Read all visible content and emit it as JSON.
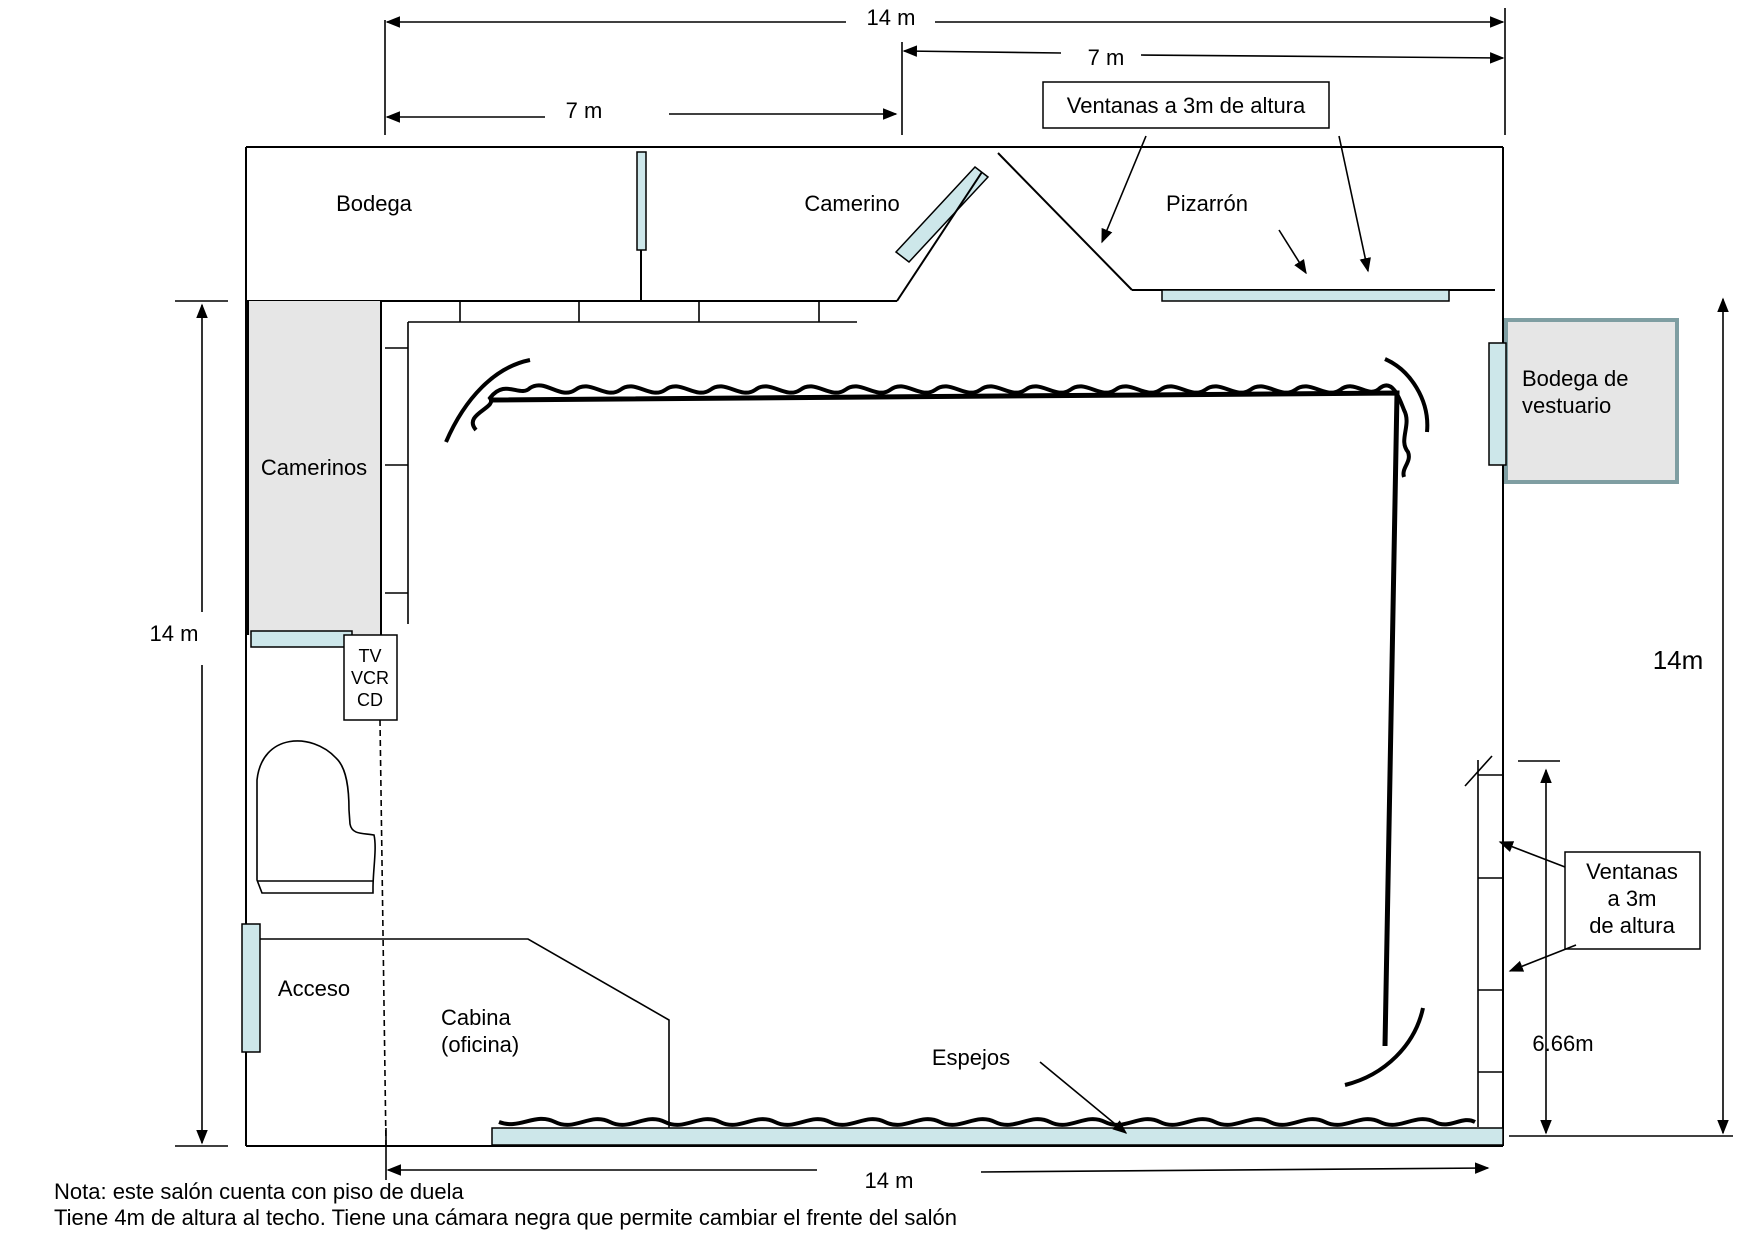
{
  "dimensions": {
    "top_total": "14 m",
    "top_right_half": "7 m",
    "top_left_half": "7 m",
    "left_side": "14 m",
    "right_side": "14m",
    "bottom": "14 m",
    "window_height": "6.66m"
  },
  "rooms": {
    "bodega": "Bodega",
    "camerino": "Camerino",
    "pizarron": "Pizarrón",
    "camerinos": "Camerinos",
    "bodega_vestuario_line1": "Bodega de",
    "bodega_vestuario_line2": "vestuario",
    "acceso": "Acceso",
    "cabina_line1": "Cabina",
    "cabina_line2": "(oficina)",
    "espejos": "Espejos"
  },
  "equipment": {
    "line1": "TV",
    "line2": "VCR",
    "line3": "CD"
  },
  "callouts": {
    "top_windows": "Ventanas a 3m de altura",
    "right_windows_line1": "Ventanas",
    "right_windows_line2": "a 3m",
    "right_windows_line3": "de altura"
  },
  "notes": [
    "Nota: este salón cuenta con piso de duela",
    "Tiene 4m de altura al techo. Tiene una cámara negra que permite cambiar el frente del salón"
  ],
  "colors": {
    "window_fill": "#cde7ea",
    "room_fill": "#e6e6e6",
    "wardrobe_border": "#7f9ea2"
  }
}
